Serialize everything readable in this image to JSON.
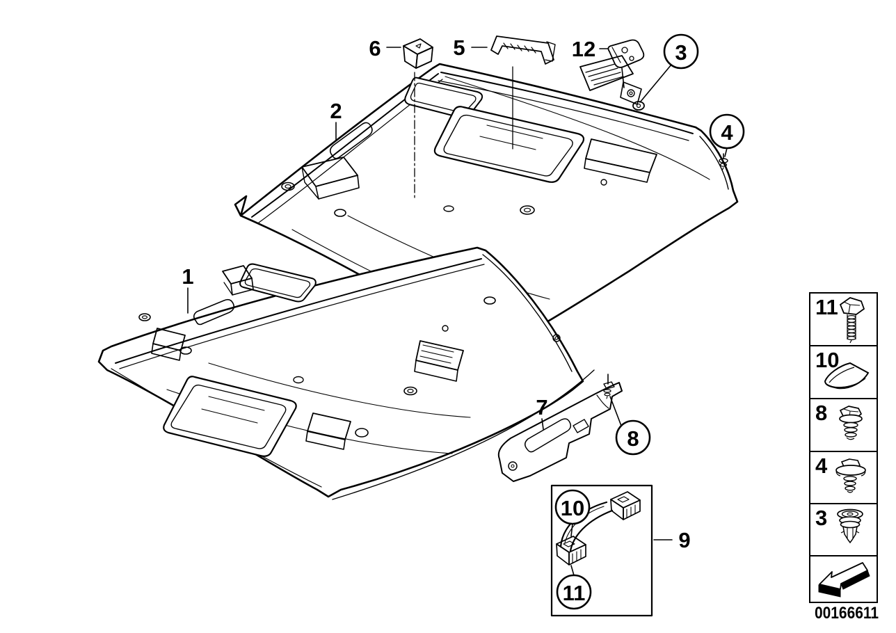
{
  "page": {
    "paper_color": "#ffffff",
    "ink_color": "#000000",
    "kind": "technical-parts-diagram"
  },
  "callouts": {
    "part1": "1",
    "part2": "2",
    "part3": "3",
    "part4": "4",
    "part5": "5",
    "part6": "6",
    "part7": "7",
    "part8": "8",
    "part9": "9",
    "part10": "10",
    "part11": "11",
    "part12": "12"
  },
  "inset": {
    "assembly_ref": "9",
    "top_fastener_ref": "10",
    "bottom_fastener_ref": "11"
  },
  "legend": {
    "items": [
      {
        "ref": "11",
        "icon": "hex-bolt-icon"
      },
      {
        "ref": "10",
        "icon": "felt-wedge-icon"
      },
      {
        "ref": "8",
        "icon": "flange-screw-icon"
      },
      {
        "ref": "4",
        "icon": "washer-screw-icon"
      },
      {
        "ref": "3",
        "icon": "expansion-rivet-icon"
      }
    ],
    "direction_icon": "direction-arrow-icon"
  },
  "footer": {
    "drawing_number": "00166611"
  }
}
